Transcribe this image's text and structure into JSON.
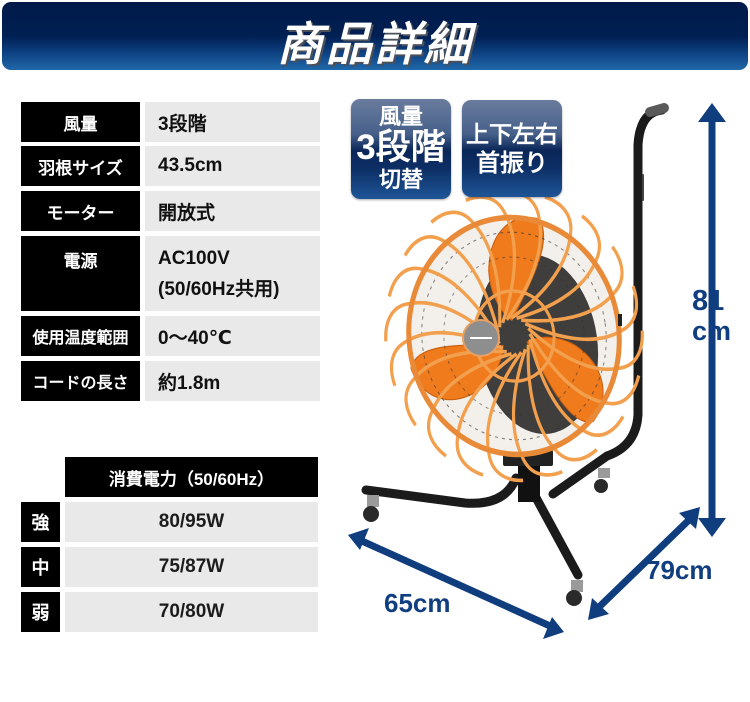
{
  "header": {
    "title": "商品詳細"
  },
  "specs": [
    {
      "label": "風量",
      "value": "3段階"
    },
    {
      "label": "羽根サイズ",
      "value": "43.5cm"
    },
    {
      "label": "モーター",
      "value": "開放式"
    },
    {
      "label": "電源",
      "value_lines": [
        "AC100V",
        "(50/60Hz共用)"
      ]
    },
    {
      "label": "使用温度範囲",
      "value": "0～40℃"
    },
    {
      "label": "コードの長さ",
      "value": "約1.8m"
    }
  ],
  "power_table": {
    "header": "消費電力（50/60Hz）",
    "rows": [
      {
        "label": "強",
        "value": "80/95W"
      },
      {
        "label": "中",
        "value": "75/87W"
      },
      {
        "label": "弱",
        "value": "70/80W"
      }
    ]
  },
  "badges": [
    {
      "lines": [
        "風量",
        "3段階",
        "切替"
      ]
    },
    {
      "lines": [
        "上下左右",
        "首振り"
      ]
    }
  ],
  "dimensions": {
    "height_value": "81",
    "height_unit": "cm",
    "width": "65cm",
    "depth": "79cm"
  },
  "colors": {
    "banner_top": "#001a4a",
    "banner_bottom": "#2168a8",
    "label_bg": "#000000",
    "value_bg": "#e9e9e9",
    "dimension_arrow": "#0f3d7e",
    "fan_orange": "#ef7b1c"
  }
}
